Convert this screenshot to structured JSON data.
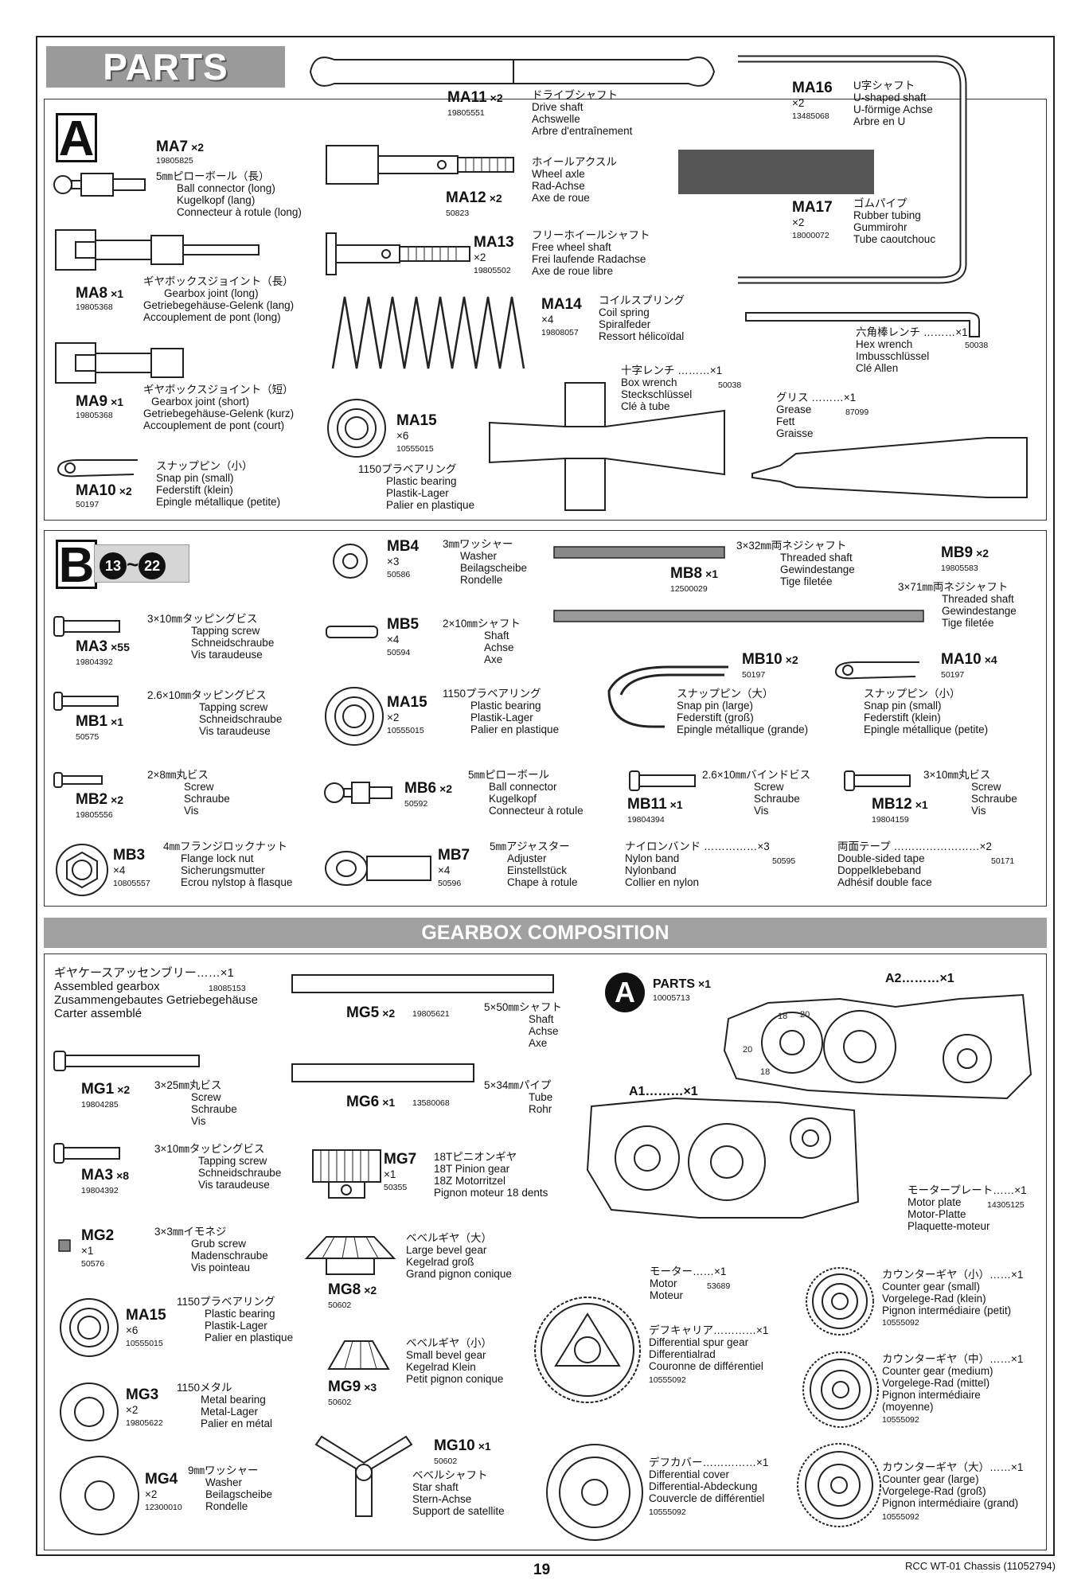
{
  "headers": {
    "parts": "PARTS",
    "gearbox": "GEARBOX COMPOSITION",
    "bag_a": "A",
    "bag_b": "B",
    "range_from": "13",
    "range_sep": "~",
    "range_to": "22",
    "parts_circle": "A"
  },
  "footer": {
    "page": "19",
    "title": "RCC WT-01 Chassis (11052794)"
  },
  "a": {
    "ma11": {
      "code": "MA11",
      "qty": "×2",
      "pn": "19805551",
      "d": [
        "ドライブシャフト",
        "Drive shaft",
        "Achswelle",
        "Arbre d'entraînement"
      ]
    },
    "ma16": {
      "code": "MA16",
      "qty": "×2",
      "pn": "13485068",
      "d": [
        "U字シャフト",
        "U-shaped shaft",
        "U-förmige Achse",
        "Arbre en U"
      ]
    },
    "ma7": {
      "code": "MA7",
      "qty": "×2",
      "pn": "19805825",
      "d": [
        "5㎜ピローボール（長）",
        "Ball connector (long)",
        "Kugelkopf (lang)",
        "Connecteur à rotule (long)"
      ]
    },
    "ma12": {
      "code": "MA12",
      "qty": "×2",
      "pn": "50823",
      "d": [
        "ホイールアクスル",
        "Wheel axle",
        "Rad-Achse",
        "Axe de roue"
      ]
    },
    "ma17": {
      "code": "MA17",
      "qty": "×2",
      "pn": "18000072",
      "d": [
        "ゴムパイプ",
        "Rubber tubing",
        "Gummirohr",
        "Tube caoutchouc"
      ]
    },
    "ma13": {
      "code": "MA13",
      "qty": "×2",
      "pn": "19805502",
      "d": [
        "フリーホイールシャフト",
        "Free wheel shaft",
        "Frei laufende Radachse",
        "Axe de roue libre"
      ]
    },
    "ma8": {
      "code": "MA8",
      "qty": "×1",
      "pn": "19805368",
      "d": [
        "ギヤボックスジョイント（長）",
        "Gearbox joint (long)",
        "Getriebegehäuse-Gelenk (lang)",
        "Accouplement de pont (long)"
      ]
    },
    "ma14": {
      "code": "MA14",
      "qty": "×4",
      "pn": "19808057",
      "d": [
        "コイルスプリング",
        "Coil spring",
        "Spiralfeder",
        "Ressort hélicoïdal"
      ]
    },
    "hex": {
      "d": [
        "六角棒レンチ ………×1",
        "Hex wrench",
        "Imbusschlüssel",
        "Clé Allen"
      ],
      "pn": "50038"
    },
    "ma9": {
      "code": "MA9",
      "qty": "×1",
      "pn": "19805368",
      "d": [
        "ギヤボックスジョイント（短）",
        "Gearbox joint (short)",
        "Getriebegehäuse-Gelenk (kurz)",
        "Accouplement de pont (court)"
      ]
    },
    "ma15": {
      "code": "MA15",
      "qty": "×6",
      "pn": "10555015",
      "d": [
        "1150プラベアリング",
        "Plastic bearing",
        "Plastik-Lager",
        "Palier en plastique"
      ]
    },
    "box": {
      "d": [
        "十字レンチ ………×1",
        "Box wrench",
        "Steckschlüssel",
        "Clé à tube"
      ],
      "pn": "50038"
    },
    "grease": {
      "d": [
        "グリス ………×1",
        "Grease",
        "Fett",
        "Graisse"
      ],
      "pn": "87099"
    },
    "ma10": {
      "code": "MA10",
      "qty": "×2",
      "pn": "50197",
      "d": [
        "スナップピン（小）",
        "Snap pin (small)",
        "Federstift (klein)",
        "Epingle métallique (petite)"
      ]
    }
  },
  "b": {
    "mb4": {
      "code": "MB4",
      "qty": "×3",
      "pn": "50586",
      "d": [
        "3㎜ワッシャー",
        "Washer",
        "Beilagscheibe",
        "Rondelle"
      ]
    },
    "mb8": {
      "code": "MB8",
      "qty": "×1",
      "pn": "12500029",
      "d": [
        "3×32㎜両ネジシャフト",
        "Threaded shaft",
        "Gewindestange",
        "Tige filetée"
      ]
    },
    "mb9": {
      "code": "MB9",
      "qty": "×2",
      "pn": "19805583",
      "d": [
        "3×71㎜両ネジシャフト",
        "Threaded shaft",
        "Gewindestange",
        "Tige filetée"
      ]
    },
    "ma3": {
      "code": "MA3",
      "qty": "×55",
      "pn": "19804392",
      "d": [
        "3×10㎜タッピングビス",
        "Tapping screw",
        "Schneidschraube",
        "Vis taraudeuse"
      ]
    },
    "mb5": {
      "code": "MB5",
      "qty": "×4",
      "pn": "50594",
      "d": [
        "2×10㎜シャフト",
        "Shaft",
        "Achse",
        "Axe"
      ]
    },
    "mb10": {
      "code": "MB10",
      "qty": "×2",
      "pn": "50197",
      "d": [
        "スナップピン（大）",
        "Snap pin (large)",
        "Federstift (groß)",
        "Epingle métallique (grande)"
      ]
    },
    "ma10": {
      "code": "MA10",
      "qty": "×4",
      "pn": "50197",
      "d": [
        "スナップピン（小）",
        "Snap pin (small)",
        "Federstift (klein)",
        "Epingle métallique (petite)"
      ]
    },
    "mb1": {
      "code": "MB1",
      "qty": "×1",
      "pn": "50575",
      "d": [
        "2.6×10㎜タッピングビス",
        "Tapping screw",
        "Schneidschraube",
        "Vis taraudeuse"
      ]
    },
    "ma15": {
      "code": "MA15",
      "qty": "×2",
      "pn": "10555015",
      "d": [
        "1150プラベアリング",
        "Plastic bearing",
        "Plastik-Lager",
        "Palier en plastique"
      ]
    },
    "mb2": {
      "code": "MB2",
      "qty": "×2",
      "pn": "19805556",
      "d": [
        "2×8㎜丸ビス",
        "Screw",
        "Schraube",
        "Vis"
      ]
    },
    "mb6": {
      "code": "MB6",
      "qty": "×2",
      "pn": "50592",
      "d": [
        "5㎜ピローボール",
        "Ball connector",
        "Kugelkopf",
        "Connecteur à rotule"
      ]
    },
    "mb11": {
      "code": "MB11",
      "qty": "×1",
      "pn": "19804394",
      "d": [
        "2.6×10㎜バインドビス",
        "Screw",
        "Schraube",
        "Vis"
      ]
    },
    "mb12": {
      "code": "MB12",
      "qty": "×1",
      "pn": "19804159",
      "d": [
        "3×10㎜丸ビス",
        "Screw",
        "Schraube",
        "Vis"
      ]
    },
    "mb3": {
      "code": "MB3",
      "qty": "×4",
      "pn": "10805557",
      "d": [
        "4㎜フランジロックナット",
        "Flange lock nut",
        "Sicherungsmutter",
        "Ecrou nylstop à flasque"
      ]
    },
    "mb7": {
      "code": "MB7",
      "qty": "×4",
      "pn": "50596",
      "d": [
        "5㎜アジャスター",
        "Adjuster",
        "Einstellstück",
        "Chape à rotule"
      ]
    },
    "nylon": {
      "d": [
        "ナイロンバンド ……………×3",
        "Nylon band",
        "Nylonband",
        "Collier en nylon"
      ],
      "pn": "50595"
    },
    "tape": {
      "d": [
        "両面テープ ……………………×2",
        "Double-sided tape",
        "Doppelklebeband",
        "Adhésif double face"
      ],
      "pn": "50171"
    }
  },
  "g": {
    "assembled": {
      "d": [
        "ギヤケースアッセンブリー……×1",
        "Assembled gearbox",
        "Zusammengebautes Getriebegehäuse",
        "Carter assemblé"
      ],
      "pn": "18085153"
    },
    "mg5": {
      "code": "MG5",
      "qty": "×2",
      "pn": "19805621",
      "d": [
        "5×50㎜シャフト",
        "Shaft",
        "Achse",
        "Axe"
      ]
    },
    "parts": {
      "label": "PARTS",
      "qty": "×1",
      "pn": "10005713"
    },
    "a2": {
      "label": "A2………×1"
    },
    "a1": {
      "label": "A1………×1"
    },
    "mg1": {
      "code": "MG1",
      "qty": "×2",
      "pn": "19804285",
      "d": [
        "3×25㎜丸ビス",
        "Screw",
        "Schraube",
        "Vis"
      ]
    },
    "mg6": {
      "code": "MG6",
      "qty": "×1",
      "pn": "13580068",
      "d": [
        "5×34㎜パイプ",
        "Tube",
        "Rohr"
      ]
    },
    "ma3": {
      "code": "MA3",
      "qty": "×8",
      "pn": "19804392",
      "d": [
        "3×10㎜タッピングビス",
        "Tapping screw",
        "Schneidschraube",
        "Vis taraudeuse"
      ]
    },
    "mg7": {
      "code": "MG7",
      "qty": "×1",
      "pn": "50355",
      "d": [
        "18Tピニオンギヤ",
        "18T Pinion gear",
        "18Z Motorritzel",
        "Pignon moteur 18 dents"
      ]
    },
    "motorplate": {
      "d": [
        "モータープレート……×1",
        "Motor plate",
        "Motor-Platte",
        "Plaquette-moteur"
      ],
      "pn": "14305125"
    },
    "mg2": {
      "code": "MG2",
      "qty": "×1",
      "pn": "50576",
      "d": [
        "3×3㎜イモネジ",
        "Grub screw",
        "Madenschraube",
        "Vis pointeau"
      ]
    },
    "mg8": {
      "code": "MG8",
      "qty": "×2",
      "pn": "50602",
      "d": [
        "ベベルギヤ（大）",
        "Large bevel gear",
        "Kegelrad groß",
        "Grand pignon conique"
      ]
    },
    "motor": {
      "d": [
        "モーター……×1",
        "Motor",
        "Moteur"
      ],
      "pn": "53689"
    },
    "cg_small": {
      "d": [
        "カウンターギヤ（小）……×1",
        "Counter gear (small)",
        "Vorgelege-Rad (klein)",
        "Pignon intermédiaire (petit)"
      ],
      "pn": "10555092"
    },
    "ma15": {
      "code": "MA15",
      "qty": "×6",
      "pn": "10555015",
      "d": [
        "1150プラベアリング",
        "Plastic bearing",
        "Plastik-Lager",
        "Palier en plastique"
      ]
    },
    "mg9": {
      "code": "MG9",
      "qty": "×3",
      "pn": "50602",
      "d": [
        "ベベルギヤ（小）",
        "Small bevel gear",
        "Kegelrad Klein",
        "Petit pignon conique"
      ]
    },
    "spur": {
      "d": [
        "デフキャリア…………×1",
        "Differential spur gear",
        "Differentialrad",
        "Couronne de différentiel"
      ],
      "pn": "10555092"
    },
    "cg_med": {
      "d": [
        "カウンターギヤ（中）……×1",
        "Counter gear (medium)",
        "Vorgelege-Rad (mittel)",
        "Pignon intermédiaire",
        "(moyenne)"
      ],
      "pn": "10555092"
    },
    "mg3": {
      "code": "MG3",
      "qty": "×2",
      "pn": "19805622",
      "d": [
        "1150メタル",
        "Metal bearing",
        "Metal-Lager",
        "Palier en métal"
      ]
    },
    "mg10": {
      "code": "MG10",
      "qty": "×1",
      "pn": "50602",
      "d": [
        "ベベルシャフト",
        "Star shaft",
        "Stern-Achse",
        "Support de satellite"
      ]
    },
    "cover": {
      "d": [
        "デフカバー……………×1",
        "Differential cover",
        "Differential-Abdeckung",
        "Couvercle de différentiel"
      ],
      "pn": "10555092"
    },
    "cg_large": {
      "d": [
        "カウンターギヤ（大）……×1",
        "Counter gear (large)",
        "Vorgelege-Rad (groß)",
        "Pignon intermédiaire (grand)"
      ],
      "pn": "10555092"
    },
    "mg4": {
      "code": "MG4",
      "qty": "×2",
      "pn": "12300010",
      "d": [
        "9㎜ワッシャー",
        "Washer",
        "Beilagscheibe",
        "Rondelle"
      ]
    }
  }
}
